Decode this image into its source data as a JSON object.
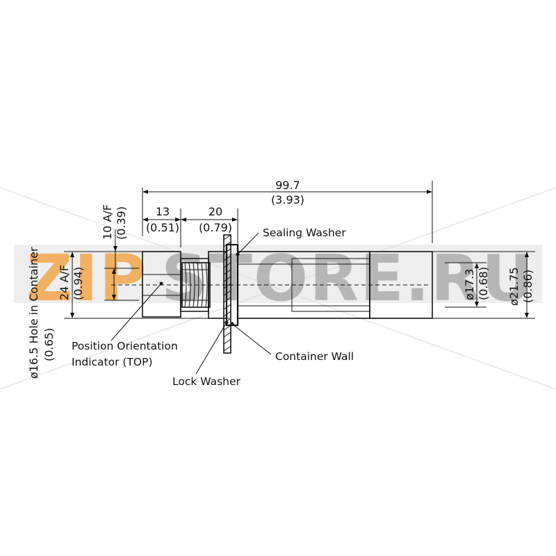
{
  "watermark": {
    "text_left": "ZIP",
    "text_right": "STORE.RU",
    "color_left": "#f2a64a",
    "color_right": "#8a8a8a"
  },
  "dimensions": {
    "overall_length_mm": "99.7",
    "overall_length_in": "(3.93)",
    "thread_length_mm": "13",
    "thread_length_in": "(0.51)",
    "body_length_mm": "20",
    "body_length_in": "(0.79)",
    "small_af_mm": "10 A/F",
    "small_af_in": "(0.39)",
    "large_af_mm": "24 A/F",
    "large_af_in": "(0.94)",
    "probe_dia_mm": "ø17.3",
    "probe_dia_in": "(0.68)",
    "outer_dia_mm": "ø21.75",
    "outer_dia_in": "(0.86)",
    "hole_dia": "ø16.5 Hole in Container",
    "hole_dia_in": "(0.65)"
  },
  "labels": {
    "sealing_washer": "Sealing Washer",
    "position_indicator_line1": "Position Orientation",
    "position_indicator_line2": "Indicator (TOP)",
    "container_wall": "Container Wall",
    "lock_washer": "Lock Washer"
  }
}
